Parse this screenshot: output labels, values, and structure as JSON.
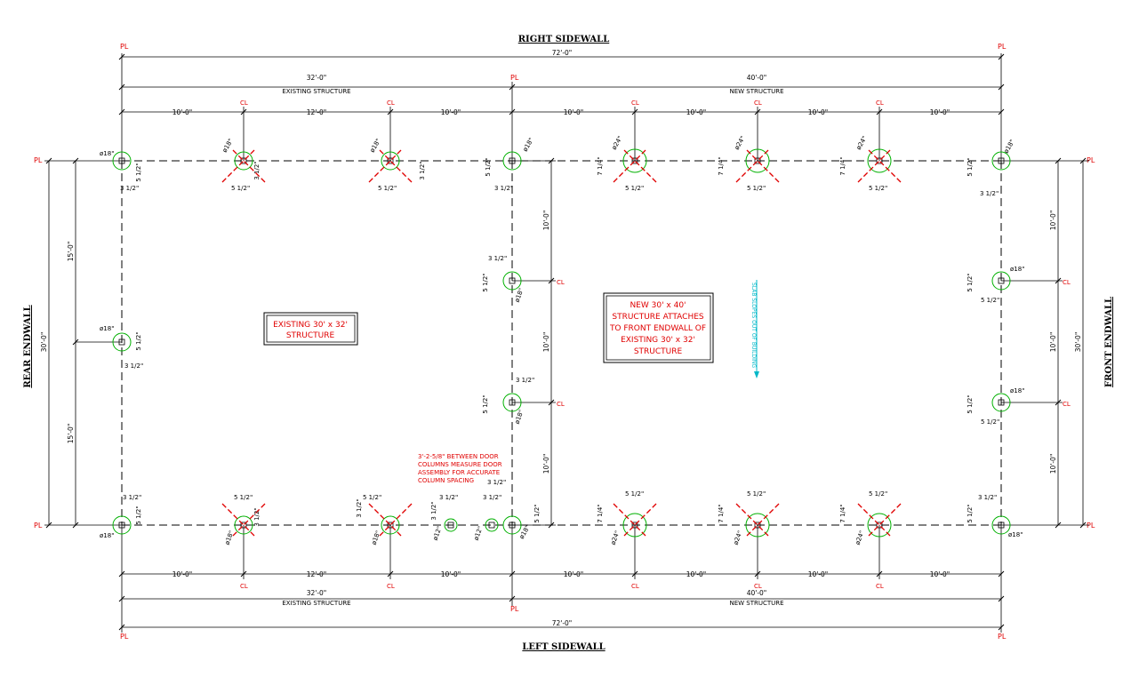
{
  "titles": {
    "top": "RIGHT SIDEWALL",
    "bottom": "LEFT SIDEWALL",
    "left": "REAR ENDWALL",
    "right": "FRONT ENDWALL"
  },
  "overall_dims": {
    "total_top": "72'-0\"",
    "total_bottom": "72'-0\"",
    "existing_top": "32'-0\"",
    "existing_top_label": "EXISTING STRUCTURE",
    "new_top": "40'-0\"",
    "new_top_label": "NEW STRUCTURE",
    "existing_bottom": "32'-0\"",
    "existing_bottom_label": "EXISTING STRUCTURE",
    "new_bottom": "40'-0\"",
    "new_bottom_label": "NEW STRUCTURE",
    "left_total": "30'-0\"",
    "left_upper": "15'-0\"",
    "left_lower": "15'-0\"",
    "right_total": "30'-0\""
  },
  "spacings": {
    "a": "10'-0\"",
    "b": "12'-0\"",
    "c": "10'-0\"",
    "d": "10'-0\"",
    "e": "10'-0\"",
    "f": "10'-0\"",
    "g": "10'-0\""
  },
  "vertical_spacings": {
    "mid1": "10'-0\"",
    "mid2": "10'-0\"",
    "mid3": "10'-0\"",
    "right1": "10'-0\"",
    "right2": "10'-0\"",
    "right3": "10'-0\""
  },
  "labels": {
    "pl": "PL",
    "cl": "CL",
    "existing_box": [
      "EXISTING 30' x 32'",
      "STRUCTURE"
    ],
    "new_box": [
      "NEW 30' x 40'",
      "STRUCTURE ATTACHES",
      "TO FRONT ENDWALL OF",
      "EXISTING 30' x 32'",
      "STRUCTURE"
    ],
    "slab": "SLAB SLOPES OUT OF BUILDING",
    "door_note": [
      "3'-2-5/8\" BETWEEN DOOR",
      "COLUMNS MEASURE DOOR",
      "ASSEMBLY FOR ACCURATE",
      "COLUMN SPACING"
    ]
  },
  "footings": {
    "d18": "ø18\"",
    "d24": "ø24\"",
    "d12": "ø12\"",
    "off_3_5": "3 1/2\"",
    "off_5_5": "5 1/2\"",
    "off_7_25": "7 1/4\""
  },
  "colors": {
    "line": "#000000",
    "red": "#e00000",
    "green": "#00b000",
    "cyan": "#00b8c8"
  }
}
